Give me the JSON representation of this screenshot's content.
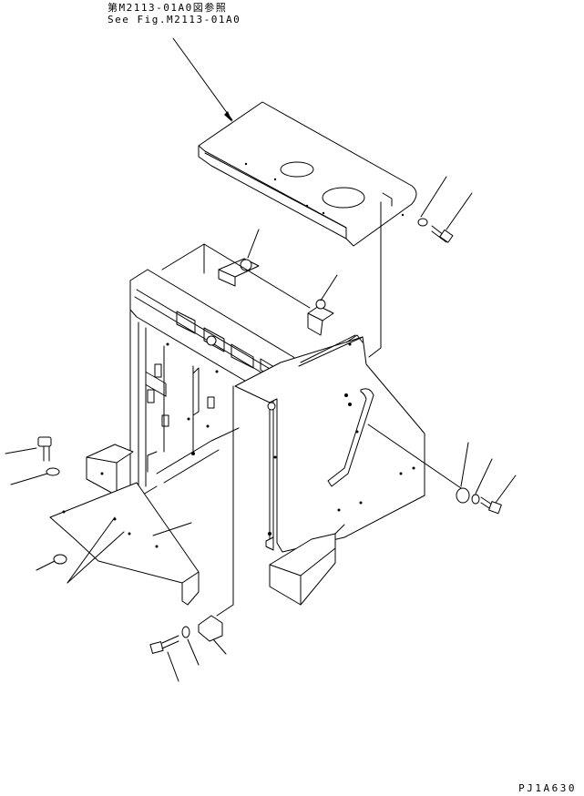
{
  "reference_note": {
    "japanese": "第M2113-01A0図参照",
    "english": "See Fig.M2113-01A0"
  },
  "drawing_id": "PJ1A630"
}
